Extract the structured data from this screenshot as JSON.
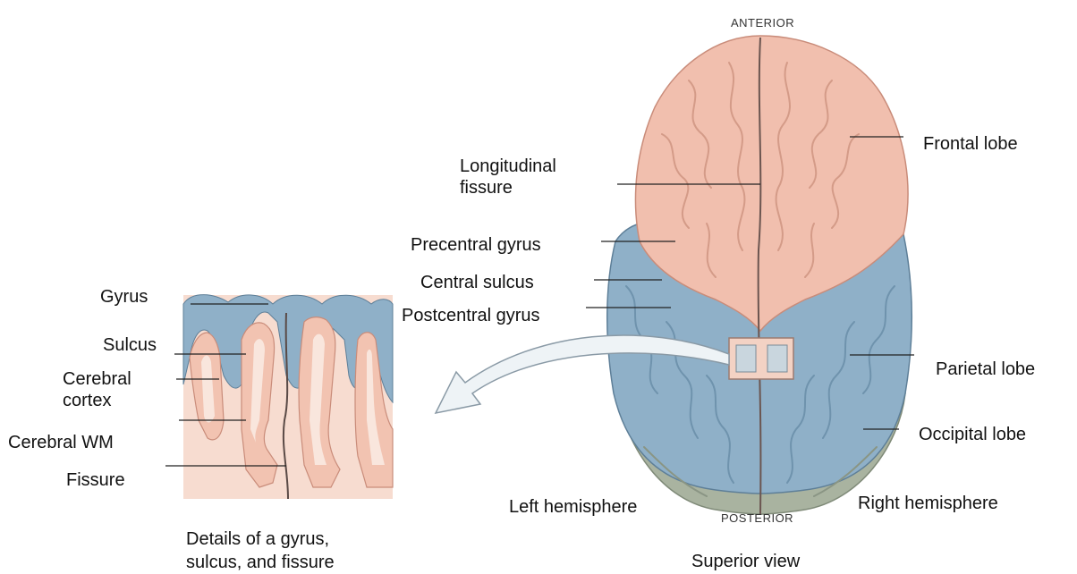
{
  "orientation": {
    "top": "ANTERIOR",
    "bottom": "POSTERIOR"
  },
  "labels": {
    "longitudinal_fissure": "Longitudinal\nfissure",
    "frontal_lobe": "Frontal lobe",
    "precentral_gyrus": "Precentral gyrus",
    "central_sulcus": "Central sulcus",
    "postcentral_gyrus": "Postcentral gyrus",
    "parietal_lobe": "Parietal lobe",
    "occipital_lobe": "Occipital lobe",
    "left_hemisphere": "Left hemisphere",
    "right_hemisphere": "Right hemisphere",
    "gyrus": "Gyrus",
    "sulcus": "Sulcus",
    "cerebral_cortex": "Cerebral\ncortex",
    "cerebral_wm": "Cerebral WM",
    "fissure": "Fissure"
  },
  "captions": {
    "detail": "Details of a gyrus,\nsulcus, and fissure",
    "superior": "Superior view"
  },
  "colors": {
    "frontal": "#f1bfae",
    "parietal": "#8fb0c8",
    "occipital": "#a9b3a0",
    "cortex_pink": "#f2c3b1",
    "wm_pink": "#f7dcd0"
  }
}
